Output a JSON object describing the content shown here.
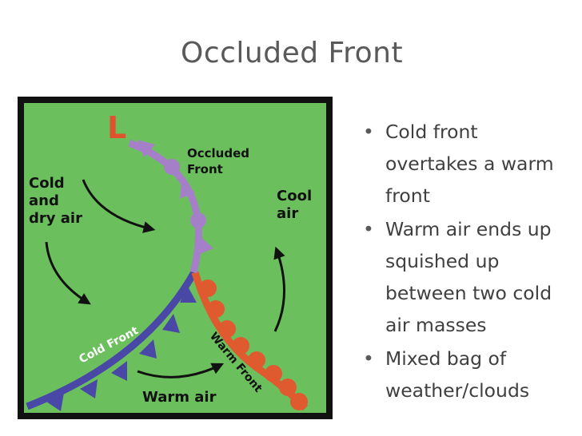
{
  "slide": {
    "title": "Occluded Front"
  },
  "diagram": {
    "low_pressure_label": "L",
    "labels": {
      "occluded_front": [
        "Occluded",
        "Front"
      ],
      "cold_dry_air": [
        "Cold",
        "and",
        "dry air"
      ],
      "cool_air": [
        "Cool",
        "air"
      ],
      "cold_front": "Cold Front",
      "warm_front": "Warm Front",
      "warm_air": "Warm air"
    },
    "colors": {
      "background": "#6cbf5d",
      "border": "#111111",
      "low_marker": "#e0522c",
      "occluded_front": "#a580c8",
      "cold_front": "#4a48a6",
      "warm_front": "#e05a30"
    },
    "icons": [
      "low-pressure-marker",
      "arrow-icon"
    ]
  },
  "bullets": [
    "Cold front overtakes a warm front",
    "Warm air ends up squished up between two cold air masses",
    "Mixed bag of weather/clouds"
  ]
}
